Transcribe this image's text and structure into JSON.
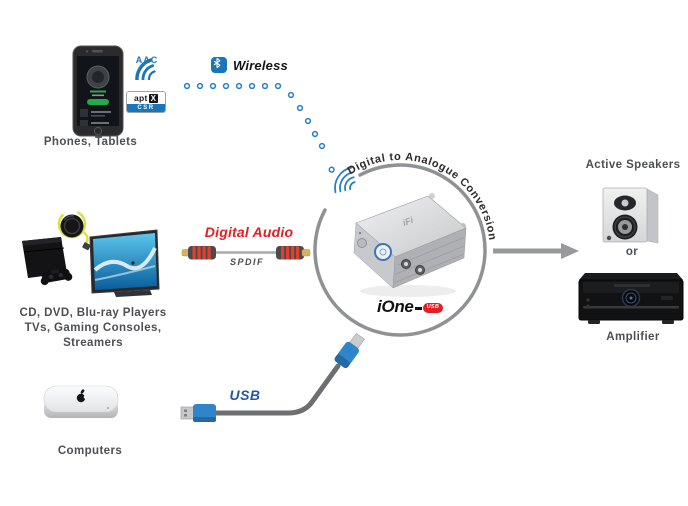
{
  "colors": {
    "accent_blue": "#1b75bb",
    "brand_red": "#e31e24",
    "label_gray": "#4d4f52",
    "connector_gray": "#8f9194",
    "usb_text_blue": "#2456a8"
  },
  "wireless": {
    "label": "Wireless",
    "icon": "bluetooth"
  },
  "codecs": {
    "aac": "AAC",
    "aptx_word": "apt",
    "aptx_x": "X",
    "csr": "CSR"
  },
  "sources": {
    "phones": {
      "label": "Phones, Tablets"
    },
    "players": {
      "line1": "CD, DVD, Blu-ray Players",
      "line2": "TVs, Gaming Consoles, Streamers"
    },
    "computers": {
      "label": "Computers"
    }
  },
  "connections": {
    "digital_audio": {
      "label": "Digital Audio",
      "sublabel": "SPDIF"
    },
    "usb": {
      "label": "USB"
    }
  },
  "converter": {
    "curved_label": "Digital to Analogue Conversion",
    "product_name": "iOne",
    "badge": "USB",
    "device_logo": "iFi"
  },
  "outputs": {
    "active_speakers": {
      "label": "Active Speakers"
    },
    "or_label": "or",
    "amplifier": {
      "label": "Amplifier"
    }
  }
}
